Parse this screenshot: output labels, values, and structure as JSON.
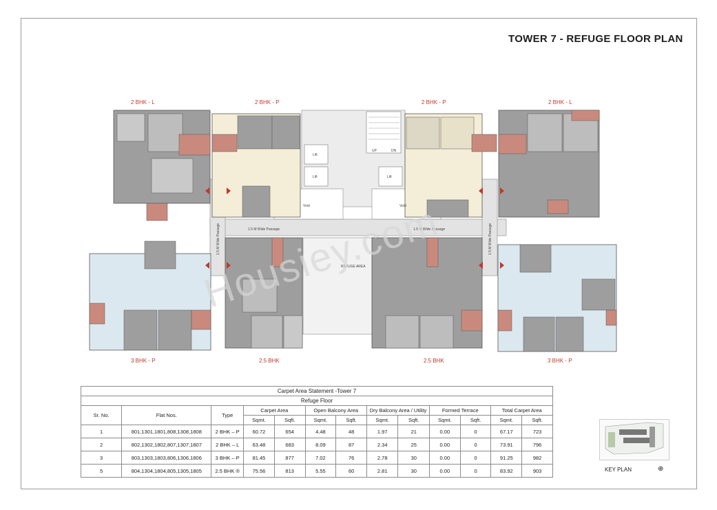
{
  "title": "TOWER 7 - REFUGE FLOOR PLAN",
  "unit_labels": {
    "top": [
      "2 BHK - L",
      "2 BHK - P",
      "2 BHK - P",
      "2 BHK - L"
    ],
    "bottom": [
      "3 BHK - P",
      "2.5 BHK",
      "2.5 BHK",
      "3 BHK - P"
    ]
  },
  "plan_text": {
    "passage_left": "1.5 M Wide Passage",
    "passage_right": "1.5 M Wide Passage",
    "passage_vert_left": "1.5 M Wide Passage",
    "passage_vert_right": "1.5 M Wide Passage",
    "lift": "Lift",
    "up": "UP",
    "dn": "DN",
    "void": "Void",
    "refuge": "REFUGE AREA"
  },
  "watermark": "Housiey.com",
  "table": {
    "caption": "Carpet Area Statement -Tower 7",
    "subcaption": "Refuge Floor",
    "headers": [
      "Sr. No.",
      "Flat Nos.",
      "Type",
      "Carpet Area",
      "Open Balcony Area",
      "Dry Balcony Area / Utility",
      "Formed Terrace",
      "Total Carpet Area"
    ],
    "units": [
      "Sqmt.",
      "Sqft."
    ],
    "rows": [
      {
        "sr": "1",
        "flats": "801,1301,1801,808,1308,1808",
        "type": "2 BHK – P",
        "c_m": "60.72",
        "c_f": "654",
        "ob_m": "4.48",
        "ob_f": "48",
        "db_m": "1.97",
        "db_f": "21",
        "ft_m": "0.00",
        "ft_f": "0",
        "t_m": "67.17",
        "t_f": "723"
      },
      {
        "sr": "2",
        "flats": "802,1302,1802,807,1307,1807",
        "type": "2 BHK – L",
        "c_m": "63.48",
        "c_f": "683",
        "ob_m": "8.09",
        "ob_f": "87",
        "db_m": "2.34",
        "db_f": "25",
        "ft_m": "0.00",
        "ft_f": "0",
        "t_m": "73.91",
        "t_f": "796"
      },
      {
        "sr": "3",
        "flats": "803,1303,1803,806,1306,1806",
        "type": "3 BHK – P",
        "c_m": "81.45",
        "c_f": "877",
        "ob_m": "7.02",
        "ob_f": "76",
        "db_m": "2.78",
        "db_f": "30",
        "ft_m": "0.00",
        "ft_f": "0",
        "t_m": "91.25",
        "t_f": "982"
      },
      {
        "sr": "5",
        "flats": "804,1304,1804,805,1305,1805",
        "type": "2.5 BHK ®",
        "c_m": "75.56",
        "c_f": "813",
        "ob_m": "5.55",
        "ob_f": "60",
        "db_m": "2.81",
        "db_f": "30",
        "ft_m": "0.00",
        "ft_f": "0",
        "t_m": "83.92",
        "t_f": "903"
      }
    ]
  },
  "key_plan_label": "KEY PLAN",
  "colors": {
    "accent_red": "#c0392b",
    "balcony": "#c98a7d",
    "room_gray": "#9e9e9e",
    "room_yellow": "#f4eed8",
    "room_blue": "#dbe8ef",
    "passage": "#e3e3e3"
  }
}
